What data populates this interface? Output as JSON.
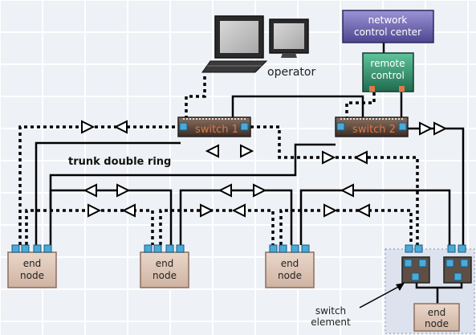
{
  "labels": {
    "network_control_center": [
      "network",
      "control center"
    ],
    "remote_control": [
      "remote",
      "control"
    ],
    "operator": "operator",
    "switch_1": "switch 1",
    "switch_2": "switch 2",
    "trunk_double_ring": "trunk double ring",
    "end_node": [
      "end",
      "node"
    ],
    "switch_element": [
      "switch",
      "element"
    ]
  },
  "colors": {
    "background": "#eef1f6",
    "grid_line": "#ffffff",
    "node_fill": "#dcc3b4",
    "node_border": "#8c6e5e",
    "port": "#4aaad8",
    "control_center_fill": "#6f66b6",
    "remote_control_fill": "#3aa078",
    "switch_fill": "#5e4a3e",
    "switch_text": "#e07848",
    "line": "#000000",
    "region_fill": "#dde3ee"
  },
  "icons": [
    "operator-workstation-icon",
    "monitor-icon",
    "arrow-right-icon",
    "arrow-left-icon"
  ]
}
